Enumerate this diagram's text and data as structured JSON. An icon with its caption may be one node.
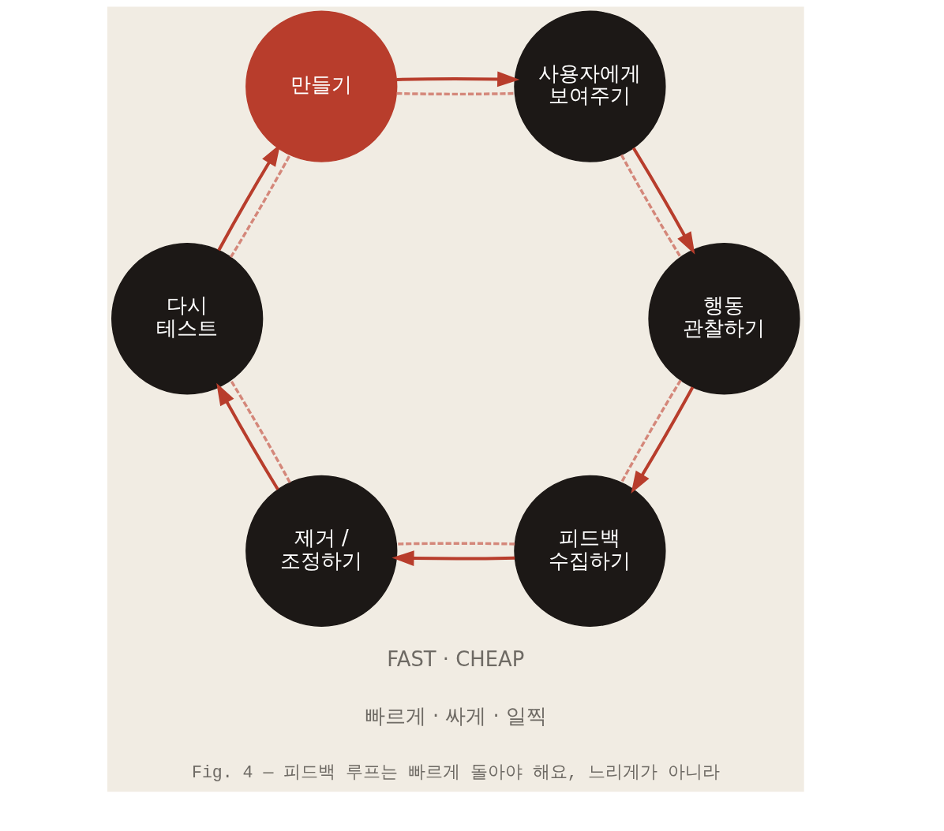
{
  "diagram": {
    "caption": "Fig. 4 — 피드백 루프는 빠르게 돌아야 해요, 느리게가 아니라",
    "nodes": [
      {
        "text": [
          "만들기"
        ]
      },
      {
        "text": [
          "사용자에게 보여주기"
        ]
      },
      {
        "text": [
          "행동 관찰하기"
        ]
      },
      {
        "text": [
          "피드백 수집하기"
        ]
      },
      {
        "text": [
          "제거 / 조정하기"
        ]
      },
      {
        "text": [
          "다시 테스트"
        ]
      }
    ],
    "edges": [
      {
        "from": 0,
        "to": 1,
        "arrow": "to"
      },
      {
        "from": 1,
        "to": 2,
        "arrow": "to"
      },
      {
        "from": 2,
        "to": 3,
        "arrow": "to"
      },
      {
        "from": 3,
        "to": 4,
        "arrow": "to"
      },
      {
        "from": 4,
        "to": 5,
        "arrow": "to"
      },
      {
        "from": 5,
        "to": 0,
        "arrow": "to"
      },
      {
        "from": 0,
        "to": 1,
        "arrow": "none",
        "style": "dashed",
        "color": "#d4877a"
      },
      {
        "from": 1,
        "to": 2,
        "arrow": "none",
        "style": "dashed",
        "color": "#d4877a"
      },
      {
        "from": 2,
        "to": 3,
        "arrow": "none",
        "style": "dashed",
        "color": "#d4877a"
      },
      {
        "from": 3,
        "to": 4,
        "arrow": "none",
        "style": "dashed",
        "color": "#d4877a"
      },
      {
        "from": 4,
        "to": 5,
        "arrow": "none",
        "style": "dashed",
        "color": "#d4877a"
      },
      {
        "from": 5,
        "to": 0,
        "arrow": "none",
        "style": "dashed",
        "color": "#d4877a"
      }
    ],
    "labels": [
      "FAST · CHEAP",
      "빠르게 · 싸게 · 일찍"
    ]
  }
}
